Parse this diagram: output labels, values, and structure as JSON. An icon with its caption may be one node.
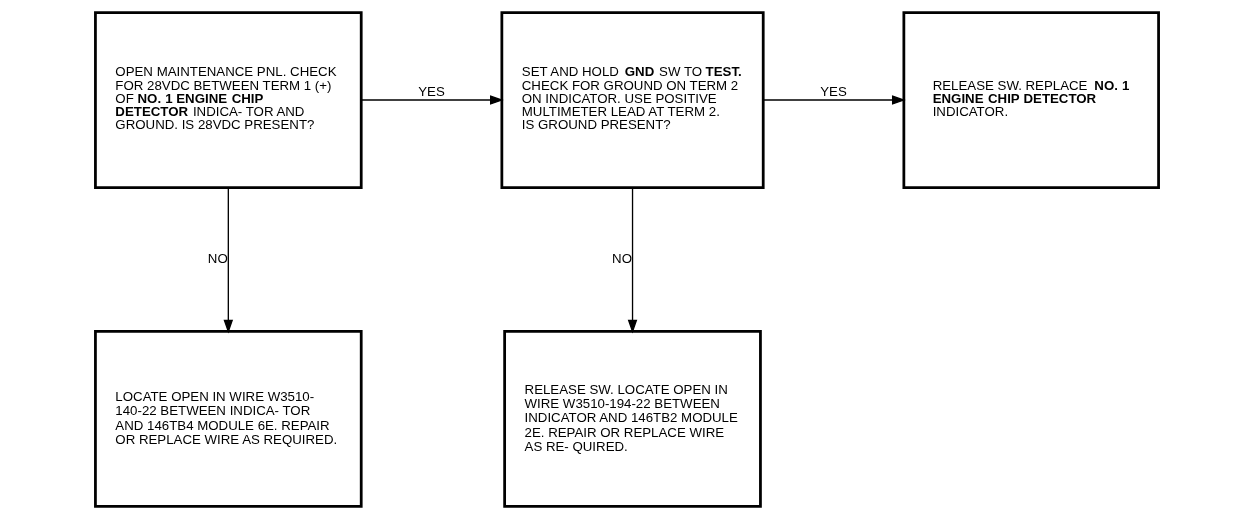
{
  "diagram": {
    "nodes": [
      {
        "text": [
          "OPEN MAINTENANCE PNL. CHECK FOR 28VDC BETWEEN TERM 1 (+) OF **NO. 1 ENGINE CHIP DETECTOR** INDICA- TOR AND GROUND. IS 28VDC PRESENT?"
        ]
      },
      {
        "text": [
          "SET AND HOLD **GND** SW TO **TEST.** CHECK FOR GROUND ON TERM 2 ON INDICATOR. USE POSITIVE MULTIMETER LEAD AT TERM 2. IS GROUND PRESENT?"
        ]
      },
      {
        "text": [
          "RELEASE SW. REPLACE **NO. 1 ENGINE CHIP DETECTOR** INDICATOR."
        ]
      },
      {
        "text": [
          "LOCATE OPEN IN WIRE W3510- 140-22 BETWEEN INDICA- TOR AND 146TB4 MODULE 6E. REPAIR OR REPLACE WIRE AS REQUIRED."
        ]
      },
      {
        "text": [
          "RELEASE SW. LOCATE OPEN IN WIRE W3510-194-22 BETWEEN INDICATOR AND 146TB2 MODULE 2E. REPAIR OR REPLACE WIRE AS RE- QUIRED."
        ]
      }
    ],
    "edges": [
      {
        "from": 0,
        "to": 1,
        "arrow": "to",
        "label": "YES"
      },
      {
        "from": 1,
        "to": 2,
        "arrow": "to",
        "label": "YES"
      },
      {
        "from": 0,
        "to": 3,
        "arrow": "to",
        "label": "NO"
      },
      {
        "from": 1,
        "to": 4,
        "arrow": "to",
        "label": "NO"
      }
    ]
  }
}
